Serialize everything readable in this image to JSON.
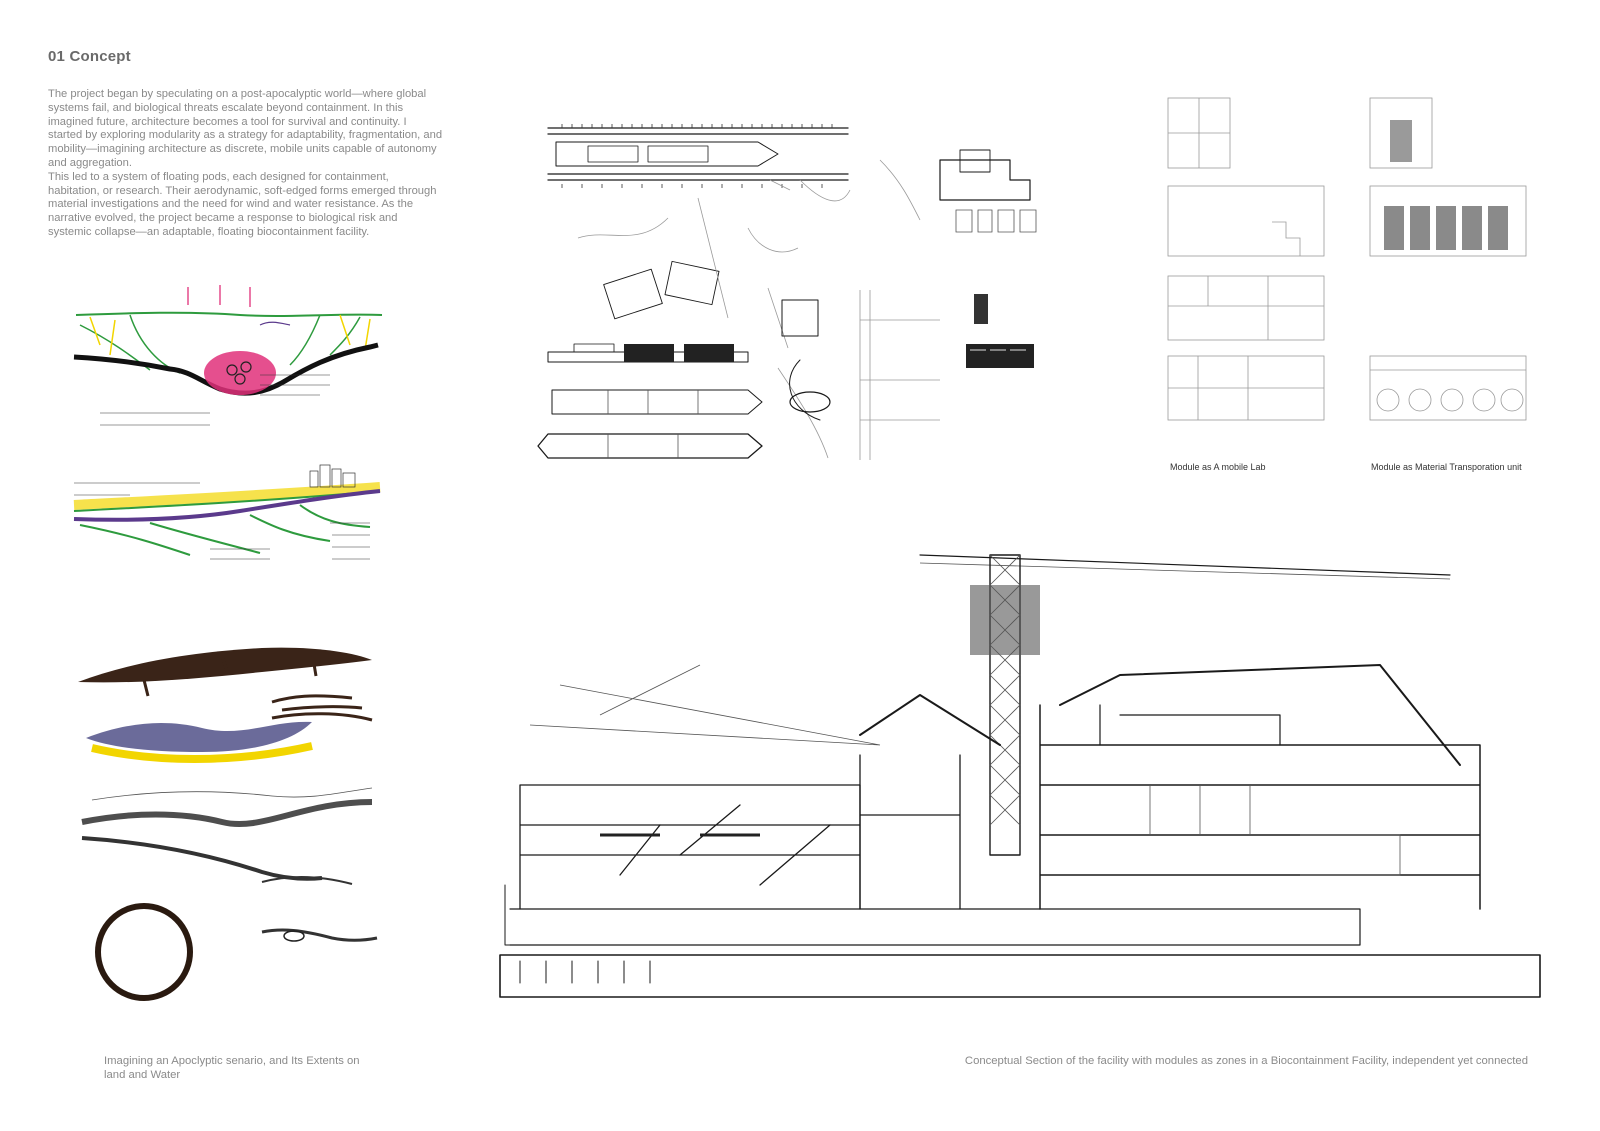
{
  "heading": "01 Concept",
  "intro": [
    "The project began by speculating on a post-apocalyptic world—where global systems fail, and biological threats escalate beyond containment. In this imagined future, architecture becomes a tool for survival and continuity. I started by exploring modularity as a strategy for adaptability, fragmentation, and mobility—imagining architecture as discrete, mobile units capable of autonomy and aggregation.",
    "This led to a system of floating pods, each designed for containment, habitation, or research. Their aerodynamic, soft-edged forms emerged through material investigations and the need for wind and water resistance. As the narrative evolved, the project became a response to biological risk and systemic collapse—an adaptable, floating biocontainment facility."
  ],
  "captions": {
    "left": "Imagining an Apoclyptic senario, and Its Extents on land and Water",
    "right": "Conceptual Section of the facility with modules as zones in a Biocontainment Facility, independent yet connected"
  },
  "modules": {
    "lab_label": "Module as A mobile Lab",
    "transport_label": "Module as Material Transporation unit"
  },
  "colors": {
    "ink": "#1a1a1a",
    "marker_green": "#2e9b3e",
    "marker_magenta": "#e0307a",
    "marker_yellow": "#f2d500",
    "marker_purple": "#5b3a8c",
    "text": "#8a8a8a"
  }
}
